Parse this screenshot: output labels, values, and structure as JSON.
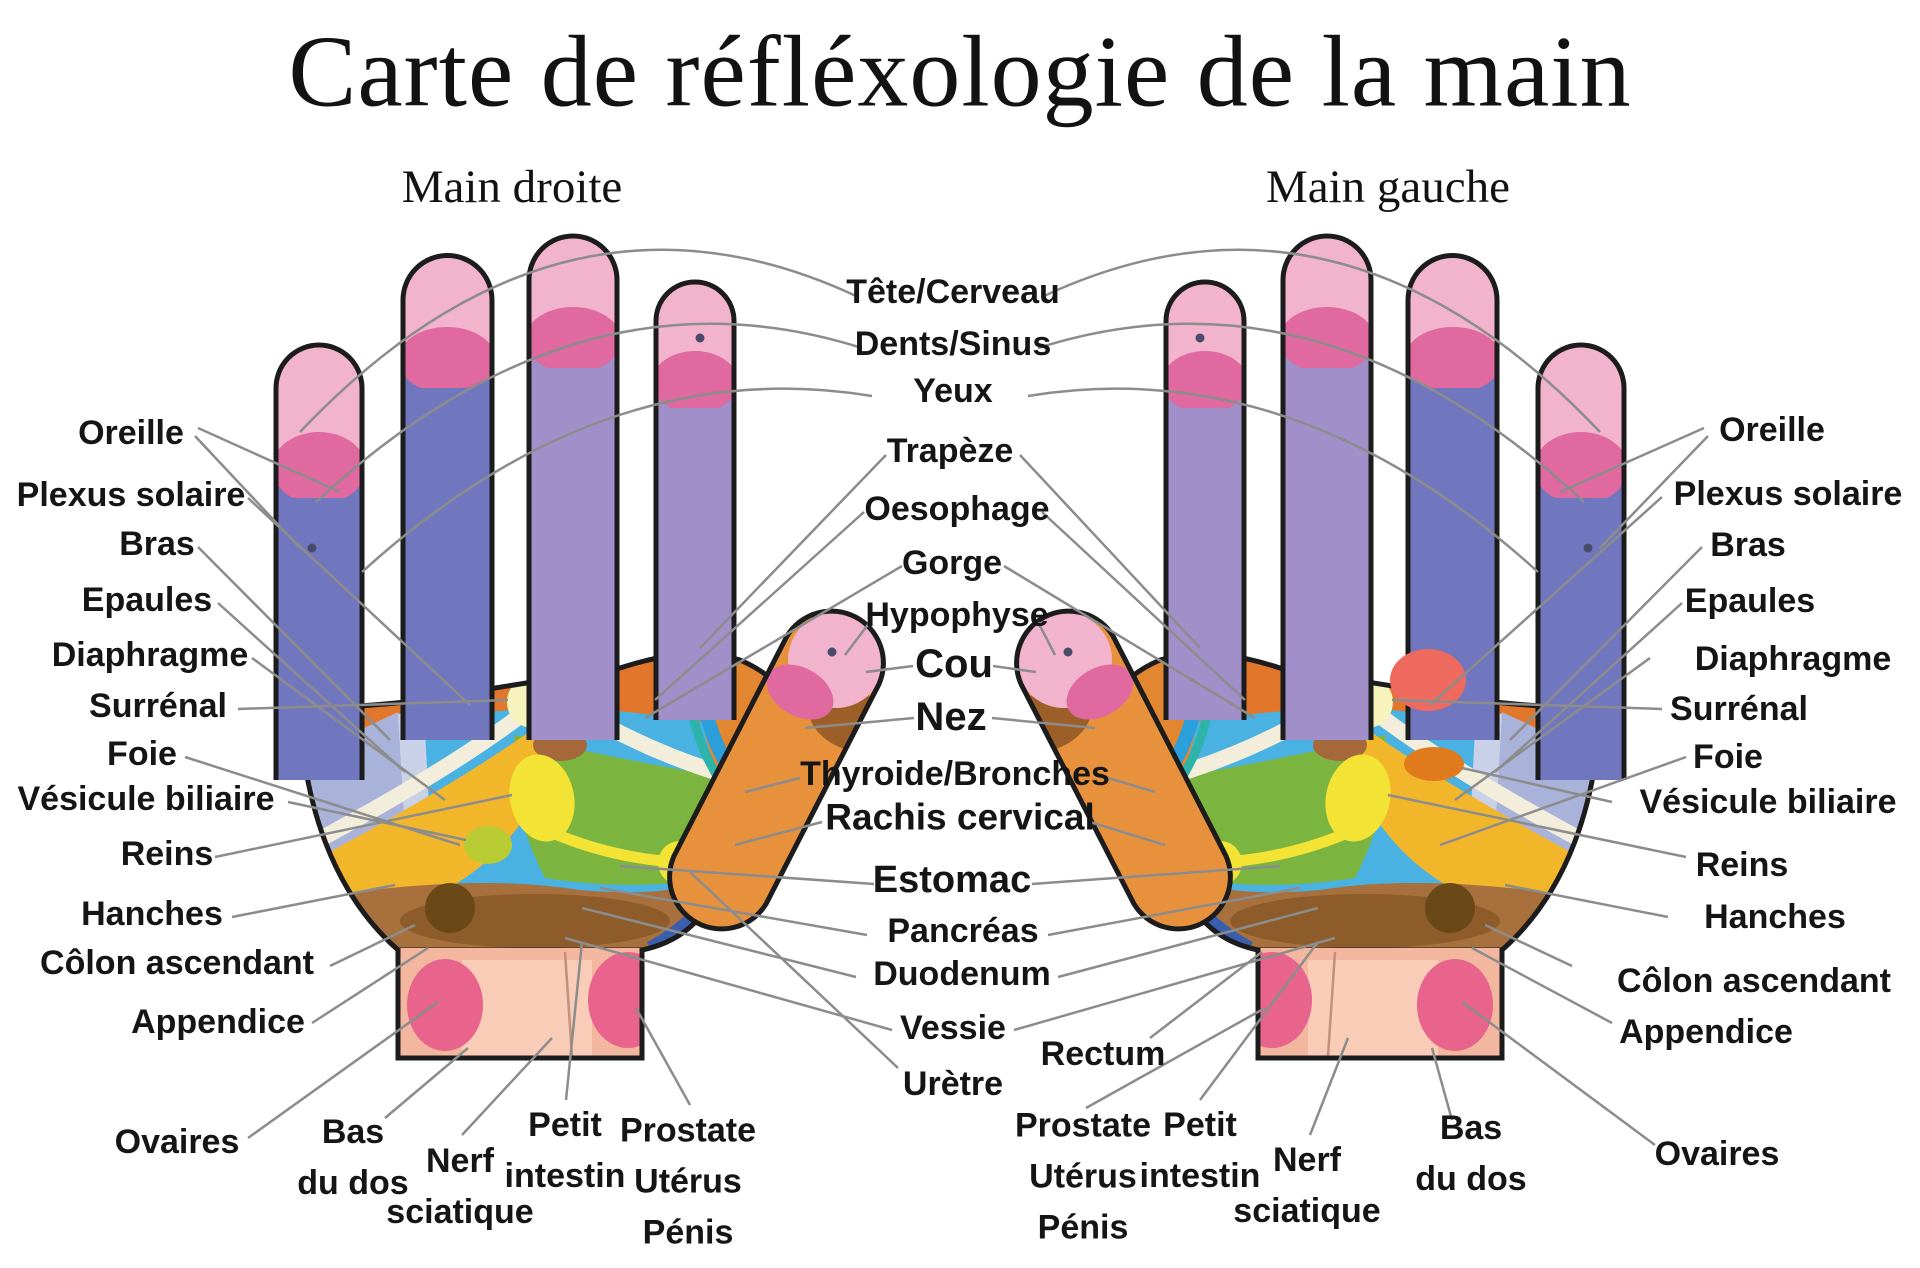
{
  "header": {
    "title": "Carte de réfléxologie de la main",
    "right_hand_label": "Main droite",
    "left_hand_label": "Main gauche"
  },
  "labels": {
    "center": [
      "Tête/Cerveau",
      "Dents/Sinus",
      "Yeux",
      "Trapèze",
      "Oesophage",
      "Gorge",
      "Hypophyse",
      "Cou",
      "Nez",
      "Thyroide/Bronches",
      "Rachis cervical",
      "Estomac",
      "Pancréas",
      "Duodenum",
      "Vessie",
      "Urètre",
      "Rectum"
    ],
    "left": [
      "Oreille",
      "Plexus solaire",
      "Bras",
      "Epaules",
      "Diaphragme",
      "Surrénal",
      "Foie",
      "Vésicule biliaire",
      "Reins",
      "Hanches",
      "Côlon ascendant",
      "Appendice",
      "Ovaires"
    ],
    "right": [
      "Oreille",
      "Plexus solaire",
      "Bras",
      "Epaules",
      "Diaphragme",
      "Surrénal",
      "Foie",
      "Vésicule biliaire",
      "Reins",
      "Hanches",
      "Côlon ascendant",
      "Appendice",
      "Ovaires"
    ],
    "bottom_left": [
      [
        "Bas",
        "du dos"
      ],
      [
        "Nerf",
        "sciatique"
      ],
      [
        "Petit",
        "intestin"
      ],
      [
        "Prostate",
        "Utérus",
        "Pénis"
      ]
    ],
    "bottom_right": [
      [
        "Prostate",
        "Utérus",
        "Pénis"
      ],
      [
        "Petit",
        "intestin"
      ],
      [
        "Nerf",
        "sciatique"
      ],
      [
        "Bas",
        "du dos"
      ]
    ]
  },
  "colors": {
    "finger_blue": "#7177bf",
    "finger_purple": "#a18fca",
    "tip_pink": "#f2b3cc",
    "tip_dark_pink": "#e0699f",
    "palm_blue": "#49b2e2",
    "band_orange": "#e2762b",
    "strip_periwinkle": "#a9b3da",
    "strip_light": "#c9d0e8",
    "band_cream": "#f3eedb",
    "zone_yellow": "#f2b62b",
    "zone_green": "#7cb440",
    "zone_brown": "#a8703c",
    "zone_brown_dark": "#8d5c2a",
    "spot_dark_brown": "#6b4817",
    "blob_brown": "#a5683a",
    "kidney_yellow": "#f3e334",
    "pale_yellow": "#f7f3bd",
    "dot_yellow_green": "#b9cb33",
    "edge_blue": "#3a5fae",
    "swirl_teal": "#2eb3aa",
    "swirl_blue": "#2b9fd9",
    "swirl_green": "#59a84c",
    "web_orange": "#e2862f",
    "wrist_salmon": "#f3b7a0",
    "wrist_light": "#f8ccb6",
    "wrist_oval_pink": "#e8648c",
    "thumb_orange": "#e8913c",
    "thumb_brown": "#9c5f28",
    "left_red_oval": "#ee6a5e",
    "left_orange_oval": "#e07b1d",
    "line_gray": "#8c8c8c",
    "outline": "#1c1c1c"
  }
}
